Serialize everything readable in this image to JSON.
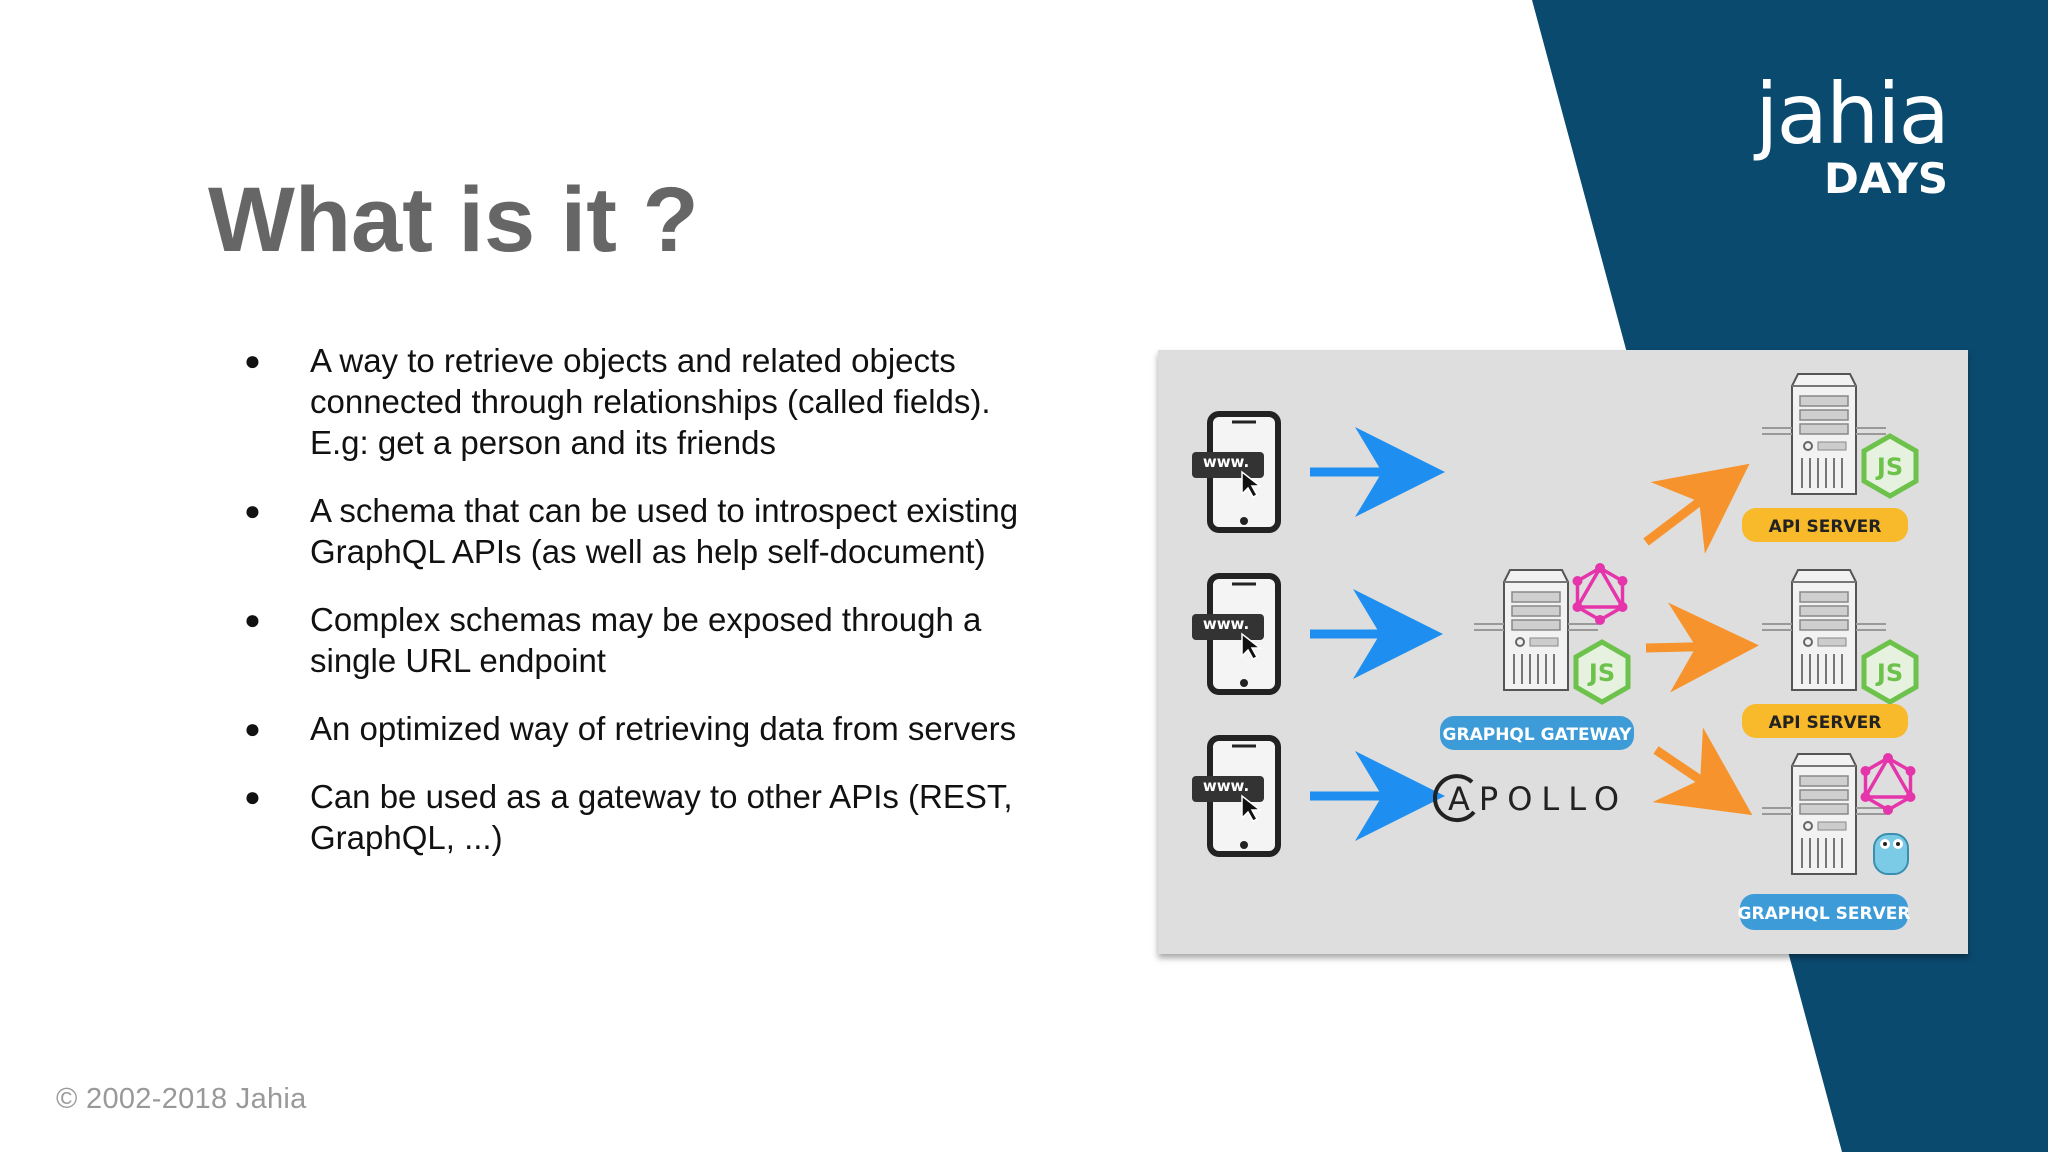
{
  "slide": {
    "title": "What is it ?",
    "bullets": [
      "A way to retrieve objects and related objects connected through relationships (called fields). E.g: get a person and its friends",
      "A schema that can be used to introspect existing GraphQL APIs (as well as help self-document)",
      "Complex schemas may be exposed through a single URL endpoint",
      "An optimized way of retrieving data from servers",
      "Can be used as a gateway to other APIs (REST, GraphQL, ...)"
    ],
    "bullet_glyph": "●",
    "footer": "© 2002-2018  Jahia"
  },
  "logo": {
    "main": "jahia",
    "sub": "DAYS"
  },
  "diagram": {
    "client_label": "www.",
    "gateway_label": "GRAPHQL GATEWAY",
    "apollo_label": "APOLLO",
    "api_server_label": "API SERVER",
    "graphql_server_label": "GRAPHQL SERVER",
    "nodejs_badge": "JS",
    "icons": [
      "phone-icon",
      "server-icon",
      "graphql-logo-icon",
      "nodejs-logo-icon",
      "go-gopher-icon",
      "arrow-icon"
    ]
  },
  "colors": {
    "panel_blue": "#0b4a6f",
    "title_gray": "#666666",
    "arrow_blue": "#1e8ff0",
    "arrow_orange": "#f7932d",
    "badge_orange": "#f8b92a",
    "badge_blue": "#3d9bd8",
    "graphql_pink": "#e535ab",
    "node_green": "#6cc24a"
  }
}
